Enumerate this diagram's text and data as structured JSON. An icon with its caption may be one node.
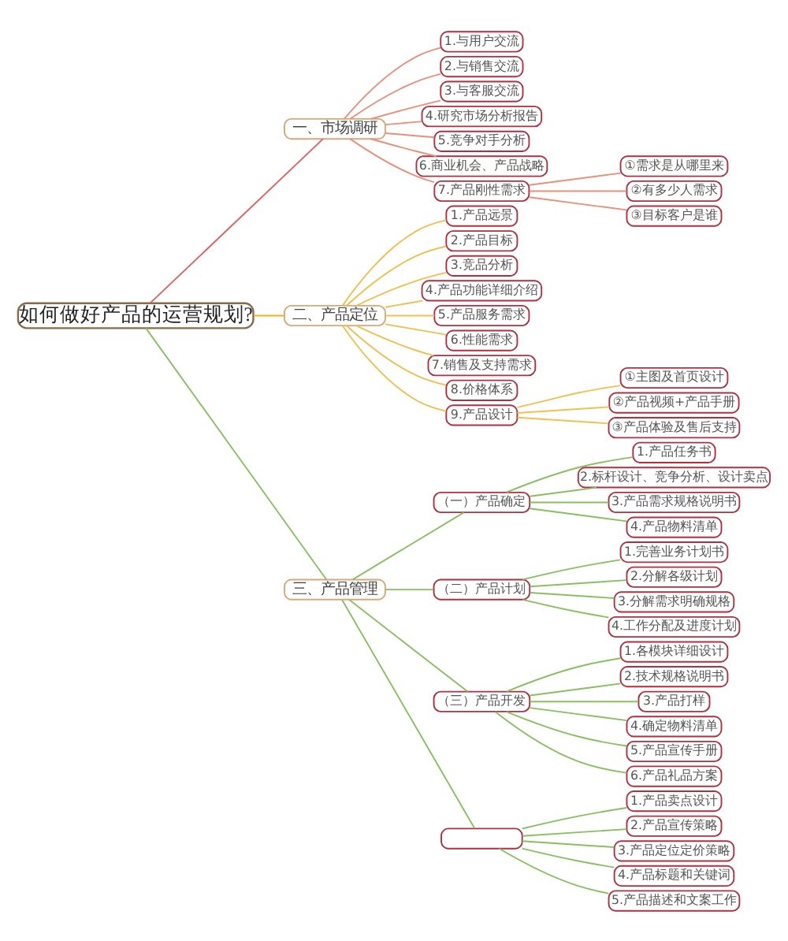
{
  "diagram": {
    "nodes": [
      {
        "text": [
          "如何做好产品的运营规划?"
        ]
      },
      {
        "text": [
          "一、市场调研"
        ]
      },
      {
        "text": [
          "1.与用户交流"
        ]
      },
      {
        "text": [
          "2.与销售交流"
        ]
      },
      {
        "text": [
          "3.与客服交流"
        ]
      },
      {
        "text": [
          "4.研究市场分析报告"
        ]
      },
      {
        "text": [
          "5.竞争对手分析"
        ]
      },
      {
        "text": [
          "6.商业机会、产品战略"
        ]
      },
      {
        "text": [
          "7.产品刚性需求"
        ]
      },
      {
        "text": [
          "①需求是从哪里来"
        ]
      },
      {
        "text": [
          "②有多少人需求"
        ]
      },
      {
        "text": [
          "③目标客户是谁"
        ]
      },
      {
        "text": [
          "二、产品定位"
        ]
      },
      {
        "text": [
          "1.产品远景"
        ]
      },
      {
        "text": [
          "2.产品目标"
        ]
      },
      {
        "text": [
          "3.竞品分析"
        ]
      },
      {
        "text": [
          "4.产品功能详细介绍"
        ]
      },
      {
        "text": [
          "5.产品服务需求"
        ]
      },
      {
        "text": [
          "6.性能需求"
        ]
      },
      {
        "text": [
          "7.销售及支持需求"
        ]
      },
      {
        "text": [
          "8.价格体系"
        ]
      },
      {
        "text": [
          "9.产品设计"
        ]
      },
      {
        "text": [
          "①主图及首页设计"
        ]
      },
      {
        "text": [
          "②产品视频+产品手册"
        ]
      },
      {
        "text": [
          "③产品体验及售后支持"
        ]
      },
      {
        "text": [
          "三、产品管理"
        ]
      },
      {
        "text": [
          "（一）产品确定"
        ]
      },
      {
        "text": [
          "1.产品任务书"
        ]
      },
      {
        "text": [
          "2.标杆设计、竞争分析、设计卖点"
        ]
      },
      {
        "text": [
          "3.产品需求规格说明书"
        ]
      },
      {
        "text": [
          "4.产品物料清单"
        ]
      },
      {
        "text": [
          "（二）产品计划"
        ]
      },
      {
        "text": [
          "1.完善业务计划书"
        ]
      },
      {
        "text": [
          "2.分解各级计划"
        ]
      },
      {
        "text": [
          "3.分解需求明确规格"
        ]
      },
      {
        "text": [
          "4.工作分配及进度计划"
        ]
      },
      {
        "text": [
          "（三）产品开发"
        ]
      },
      {
        "text": [
          "1.各模块详细设计"
        ]
      },
      {
        "text": [
          "2.技术规格说明书"
        ]
      },
      {
        "text": [
          "3.产品打样"
        ]
      },
      {
        "text": [
          "4.确定物料清单"
        ]
      },
      {
        "text": [
          "5.产品宣传手册"
        ]
      },
      {
        "text": [
          "6.产品礼品方案"
        ]
      },
      {
        "text": [],
        "shape": "box"
      },
      {
        "text": [
          "1.产品卖点设计"
        ]
      },
      {
        "text": [
          "2.产品宣传策略"
        ]
      },
      {
        "text": [
          "3.产品定位定价策略"
        ]
      },
      {
        "text": [
          "4.产品标题和关键词"
        ]
      },
      {
        "text": [
          "5.产品描述和文案工作"
        ]
      }
    ],
    "edges": [
      {
        "from": 0,
        "to": 1,
        "arrow": "none",
        "color": "#e06060"
      },
      {
        "from": 1,
        "to": 2,
        "arrow": "none",
        "color": "#e8907a"
      },
      {
        "from": 1,
        "to": 3,
        "arrow": "none",
        "color": "#e8907a"
      },
      {
        "from": 1,
        "to": 4,
        "arrow": "none",
        "color": "#e8907a"
      },
      {
        "from": 1,
        "to": 5,
        "arrow": "none",
        "color": "#e8907a"
      },
      {
        "from": 1,
        "to": 6,
        "arrow": "none",
        "color": "#e8907a"
      },
      {
        "from": 1,
        "to": 7,
        "arrow": "none",
        "color": "#e8907a"
      },
      {
        "from": 1,
        "to": 8,
        "arrow": "none",
        "color": "#e8907a"
      },
      {
        "from": 8,
        "to": 9,
        "arrow": "none",
        "color": "#e8907a"
      },
      {
        "from": 8,
        "to": 10,
        "arrow": "none",
        "color": "#e8907a"
      },
      {
        "from": 8,
        "to": 11,
        "arrow": "none",
        "color": "#e8907a"
      },
      {
        "from": 0,
        "to": 12,
        "arrow": "none",
        "color": "#f0b020"
      },
      {
        "from": 12,
        "to": 13,
        "arrow": "none",
        "color": "#f0c050"
      },
      {
        "from": 12,
        "to": 14,
        "arrow": "none",
        "color": "#f0c050"
      },
      {
        "from": 12,
        "to": 15,
        "arrow": "none",
        "color": "#f0c050"
      },
      {
        "from": 12,
        "to": 16,
        "arrow": "none",
        "color": "#f0c050"
      },
      {
        "from": 12,
        "to": 17,
        "arrow": "none",
        "color": "#f0c050"
      },
      {
        "from": 12,
        "to": 18,
        "arrow": "none",
        "color": "#f0c050"
      },
      {
        "from": 12,
        "to": 19,
        "arrow": "none",
        "color": "#f0c050"
      },
      {
        "from": 12,
        "to": 20,
        "arrow": "none",
        "color": "#f0c050"
      },
      {
        "from": 12,
        "to": 21,
        "arrow": "none",
        "color": "#f0c050"
      },
      {
        "from": 21,
        "to": 22,
        "arrow": "none",
        "color": "#f0c050"
      },
      {
        "from": 21,
        "to": 23,
        "arrow": "none",
        "color": "#f0c050"
      },
      {
        "from": 21,
        "to": 24,
        "arrow": "none",
        "color": "#f0c050"
      },
      {
        "from": 0,
        "to": 25,
        "arrow": "none"
      },
      {
        "from": 25,
        "to": 26,
        "arrow": "none"
      },
      {
        "from": 26,
        "to": 27,
        "arrow": "none"
      },
      {
        "from": 26,
        "to": 28,
        "arrow": "none"
      },
      {
        "from": 26,
        "to": 29,
        "arrow": "none"
      },
      {
        "from": 26,
        "to": 30,
        "arrow": "none"
      },
      {
        "from": 25,
        "to": 31,
        "arrow": "none"
      },
      {
        "from": 31,
        "to": 32,
        "arrow": "none"
      },
      {
        "from": 31,
        "to": 33,
        "arrow": "none"
      },
      {
        "from": 31,
        "to": 34,
        "arrow": "none"
      },
      {
        "from": 31,
        "to": 35,
        "arrow": "none"
      },
      {
        "from": 25,
        "to": 36,
        "arrow": "none"
      },
      {
        "from": 36,
        "to": 37,
        "arrow": "none"
      },
      {
        "from": 36,
        "to": 38,
        "arrow": "none"
      },
      {
        "from": 36,
        "to": 39,
        "arrow": "none"
      },
      {
        "from": 36,
        "to": 40,
        "arrow": "none"
      },
      {
        "from": 36,
        "to": 41,
        "arrow": "none"
      },
      {
        "from": 36,
        "to": 42,
        "arrow": "none"
      },
      {
        "from": 25,
        "to": 43,
        "arrow": "none"
      },
      {
        "from": 43,
        "to": 44,
        "arrow": "none"
      },
      {
        "from": 43,
        "to": 45,
        "arrow": "none"
      },
      {
        "from": 43,
        "to": 46,
        "arrow": "none"
      },
      {
        "from": 43,
        "to": 47,
        "arrow": "none"
      },
      {
        "from": 43,
        "to": 48,
        "arrow": "none"
      }
    ]
  }
}
